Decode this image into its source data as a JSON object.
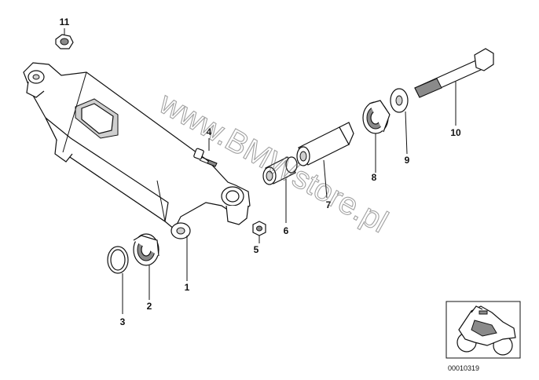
{
  "watermark": "www.BMWstore.pl",
  "diagram_id": "00010319",
  "callouts": [
    {
      "id": "callout-1",
      "text": "1"
    },
    {
      "id": "callout-2",
      "text": "2"
    },
    {
      "id": "callout-3",
      "text": "3"
    },
    {
      "id": "callout-4",
      "text": "4"
    },
    {
      "id": "callout-5",
      "text": "5"
    },
    {
      "id": "callout-6",
      "text": "6"
    },
    {
      "id": "callout-7",
      "text": "7"
    },
    {
      "id": "callout-8",
      "text": "8"
    },
    {
      "id": "callout-9",
      "text": "9"
    },
    {
      "id": "callout-10",
      "text": "10"
    },
    {
      "id": "callout-11",
      "text": "11"
    }
  ]
}
